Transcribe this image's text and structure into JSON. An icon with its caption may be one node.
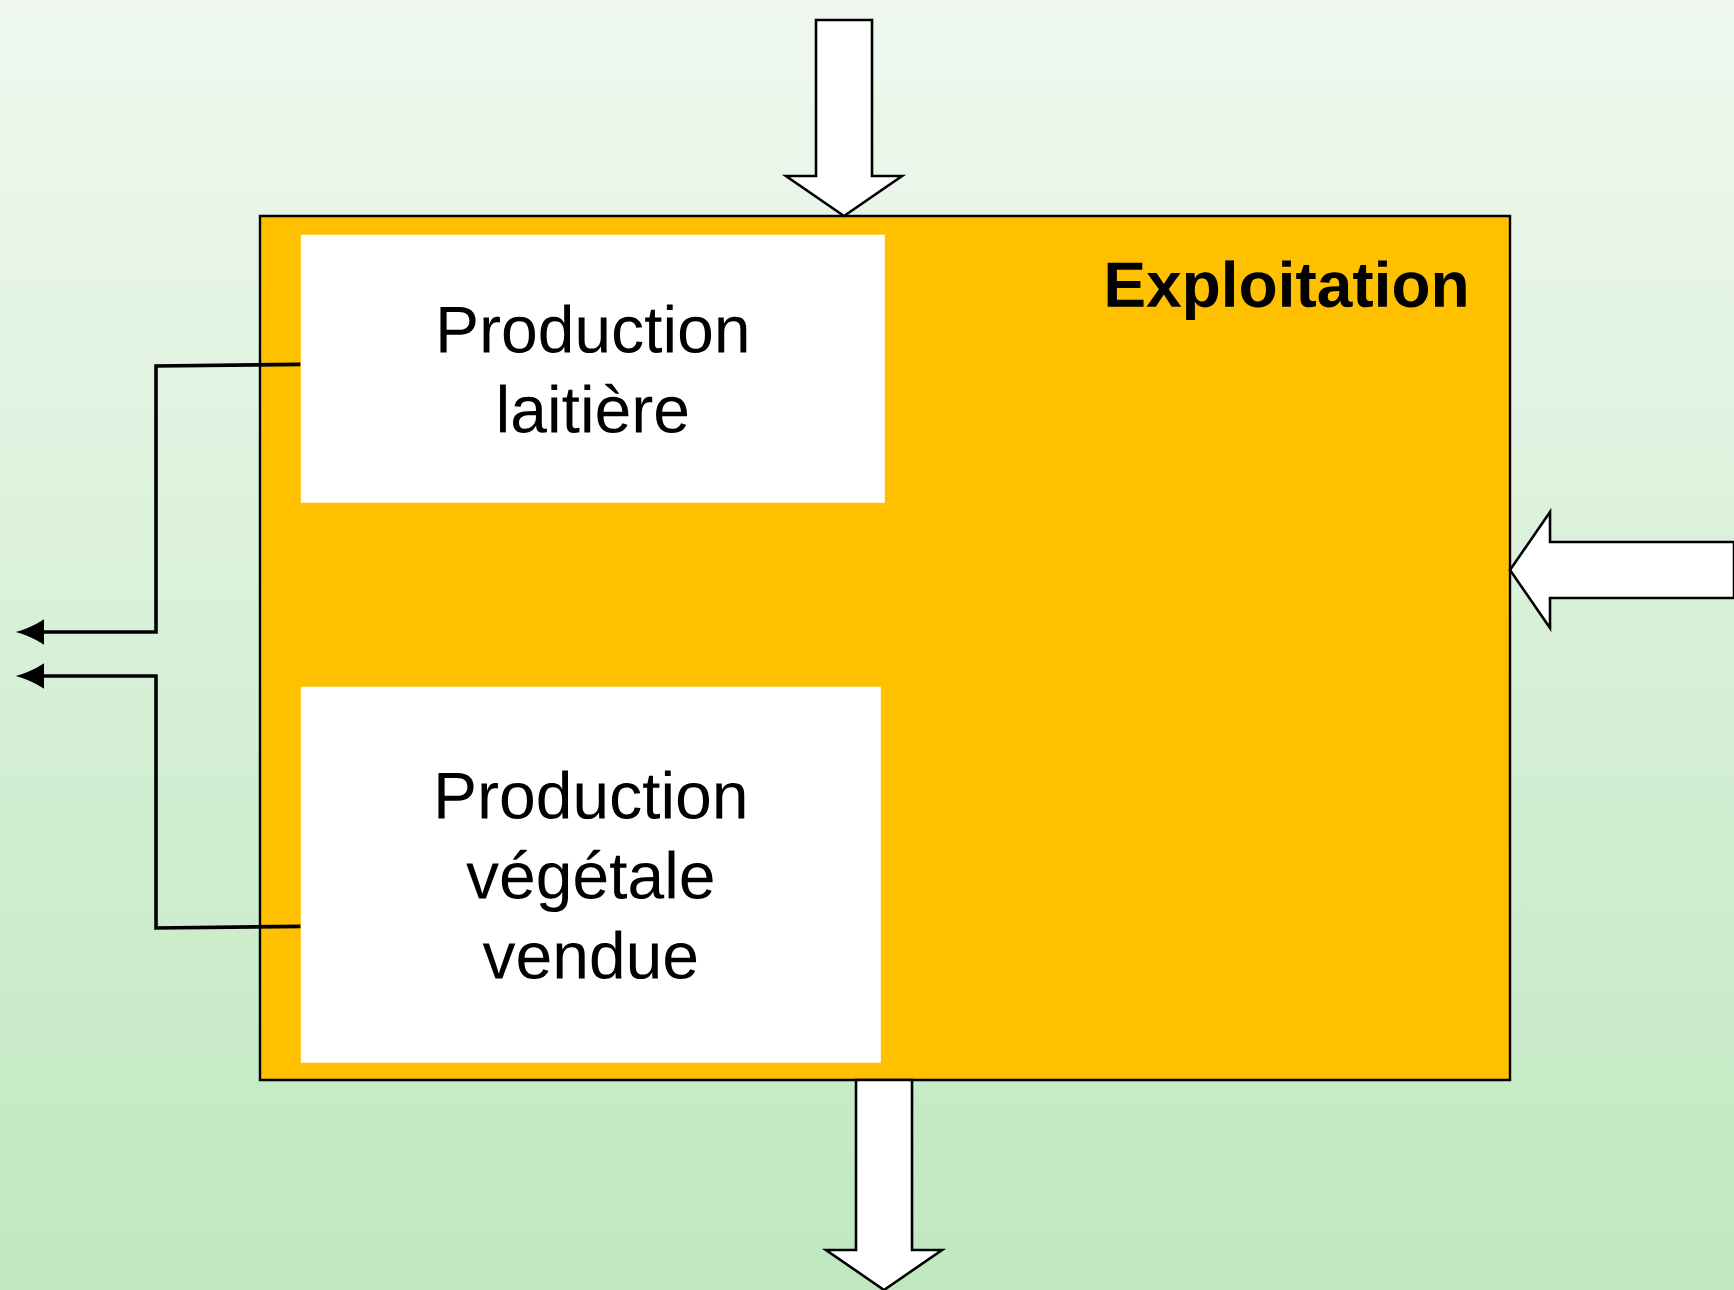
{
  "diagram": {
    "nodes": [
      {
        "text": [
          "Exploitation"
        ]
      },
      {
        "text": [
          "Production laitière"
        ],
        "in": 0
      },
      {
        "text": [
          "Production végétale vendue"
        ],
        "in": 0
      }
    ],
    "edges": [
      {
        "from": null,
        "to": 0,
        "arrow": "to"
      },
      {
        "from": null,
        "to": 0,
        "arrow": "to"
      },
      {
        "from": 0,
        "to": null,
        "arrow": "to"
      },
      {
        "from": 1,
        "to": null,
        "arrow": "to"
      },
      {
        "from": 2,
        "to": null,
        "arrow": "to"
      }
    ]
  }
}
